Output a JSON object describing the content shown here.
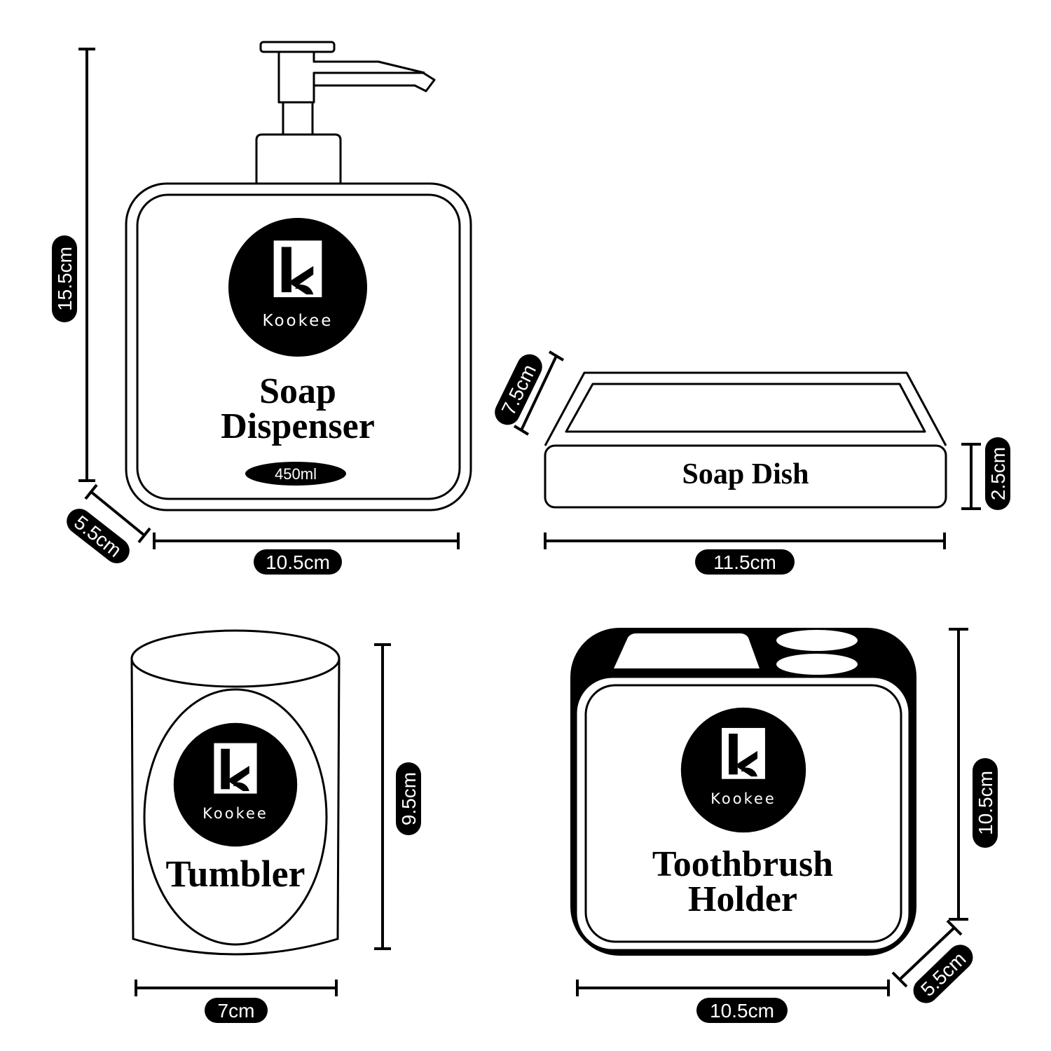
{
  "brand": {
    "name": "Kookee",
    "monogram": "K",
    "logo_icon": "kookee-logo-icon"
  },
  "colors": {
    "ink": "#000000",
    "paper": "#ffffff"
  },
  "soap_dispenser": {
    "name_line1": "Soap",
    "name_line2": "Dispenser",
    "capacity": "450ml",
    "height": "15.5cm",
    "width": "10.5cm",
    "depth": "5.5cm"
  },
  "soap_dish": {
    "name": "Soap Dish",
    "width": "11.5cm",
    "depth": "7.5cm",
    "height": "2.5cm"
  },
  "tumbler": {
    "name": "Tumbler",
    "height": "9.5cm",
    "width": "7cm"
  },
  "toothbrush_holder": {
    "name_line1": "Toothbrush",
    "name_line2": "Holder",
    "height": "10.5cm",
    "width": "10.5cm",
    "depth": "5.5cm"
  }
}
